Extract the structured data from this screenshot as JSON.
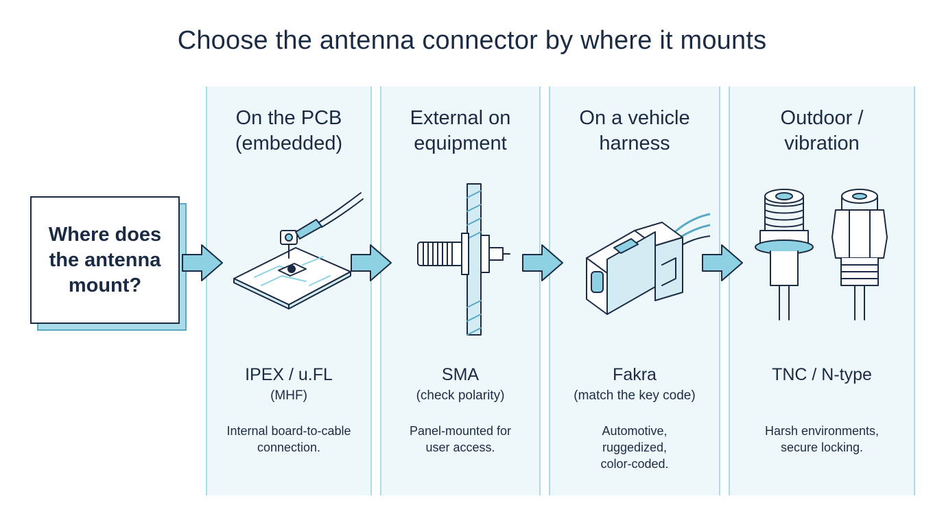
{
  "title": "Choose the antenna connector by where it mounts",
  "start": {
    "question": "Where does\nthe antenna\nmount?"
  },
  "columns": [
    {
      "heading": "On the PCB\n(embedded)",
      "connector": "IPEX / u.FL",
      "sub": "(MHF)",
      "description": "Internal board-to-cable\nconnection.",
      "icon": "pcb-ufl-connector-icon"
    },
    {
      "heading": "External on\nequipment",
      "connector": "SMA",
      "sub": "(check polarity)",
      "description": "Panel-mounted for\nuser access.",
      "icon": "panel-sma-connector-icon"
    },
    {
      "heading": "On a vehicle\nharness",
      "connector": "Fakra",
      "sub": "(match the key code)",
      "description": "Automotive,\nruggedized,\ncolor-coded.",
      "icon": "fakra-connector-icon"
    },
    {
      "heading": "Outdoor /\nvibration",
      "connector": "TNC / N-type",
      "sub": "",
      "description": "Harsh environments,\nsecure locking.",
      "icon": "tnc-n-type-connector-icon"
    }
  ],
  "colors": {
    "column_fill": "#eef7fa",
    "column_border": "#a9dbe8",
    "arrow_fill": "#8dd1e2",
    "ink": "#1b2b44"
  }
}
